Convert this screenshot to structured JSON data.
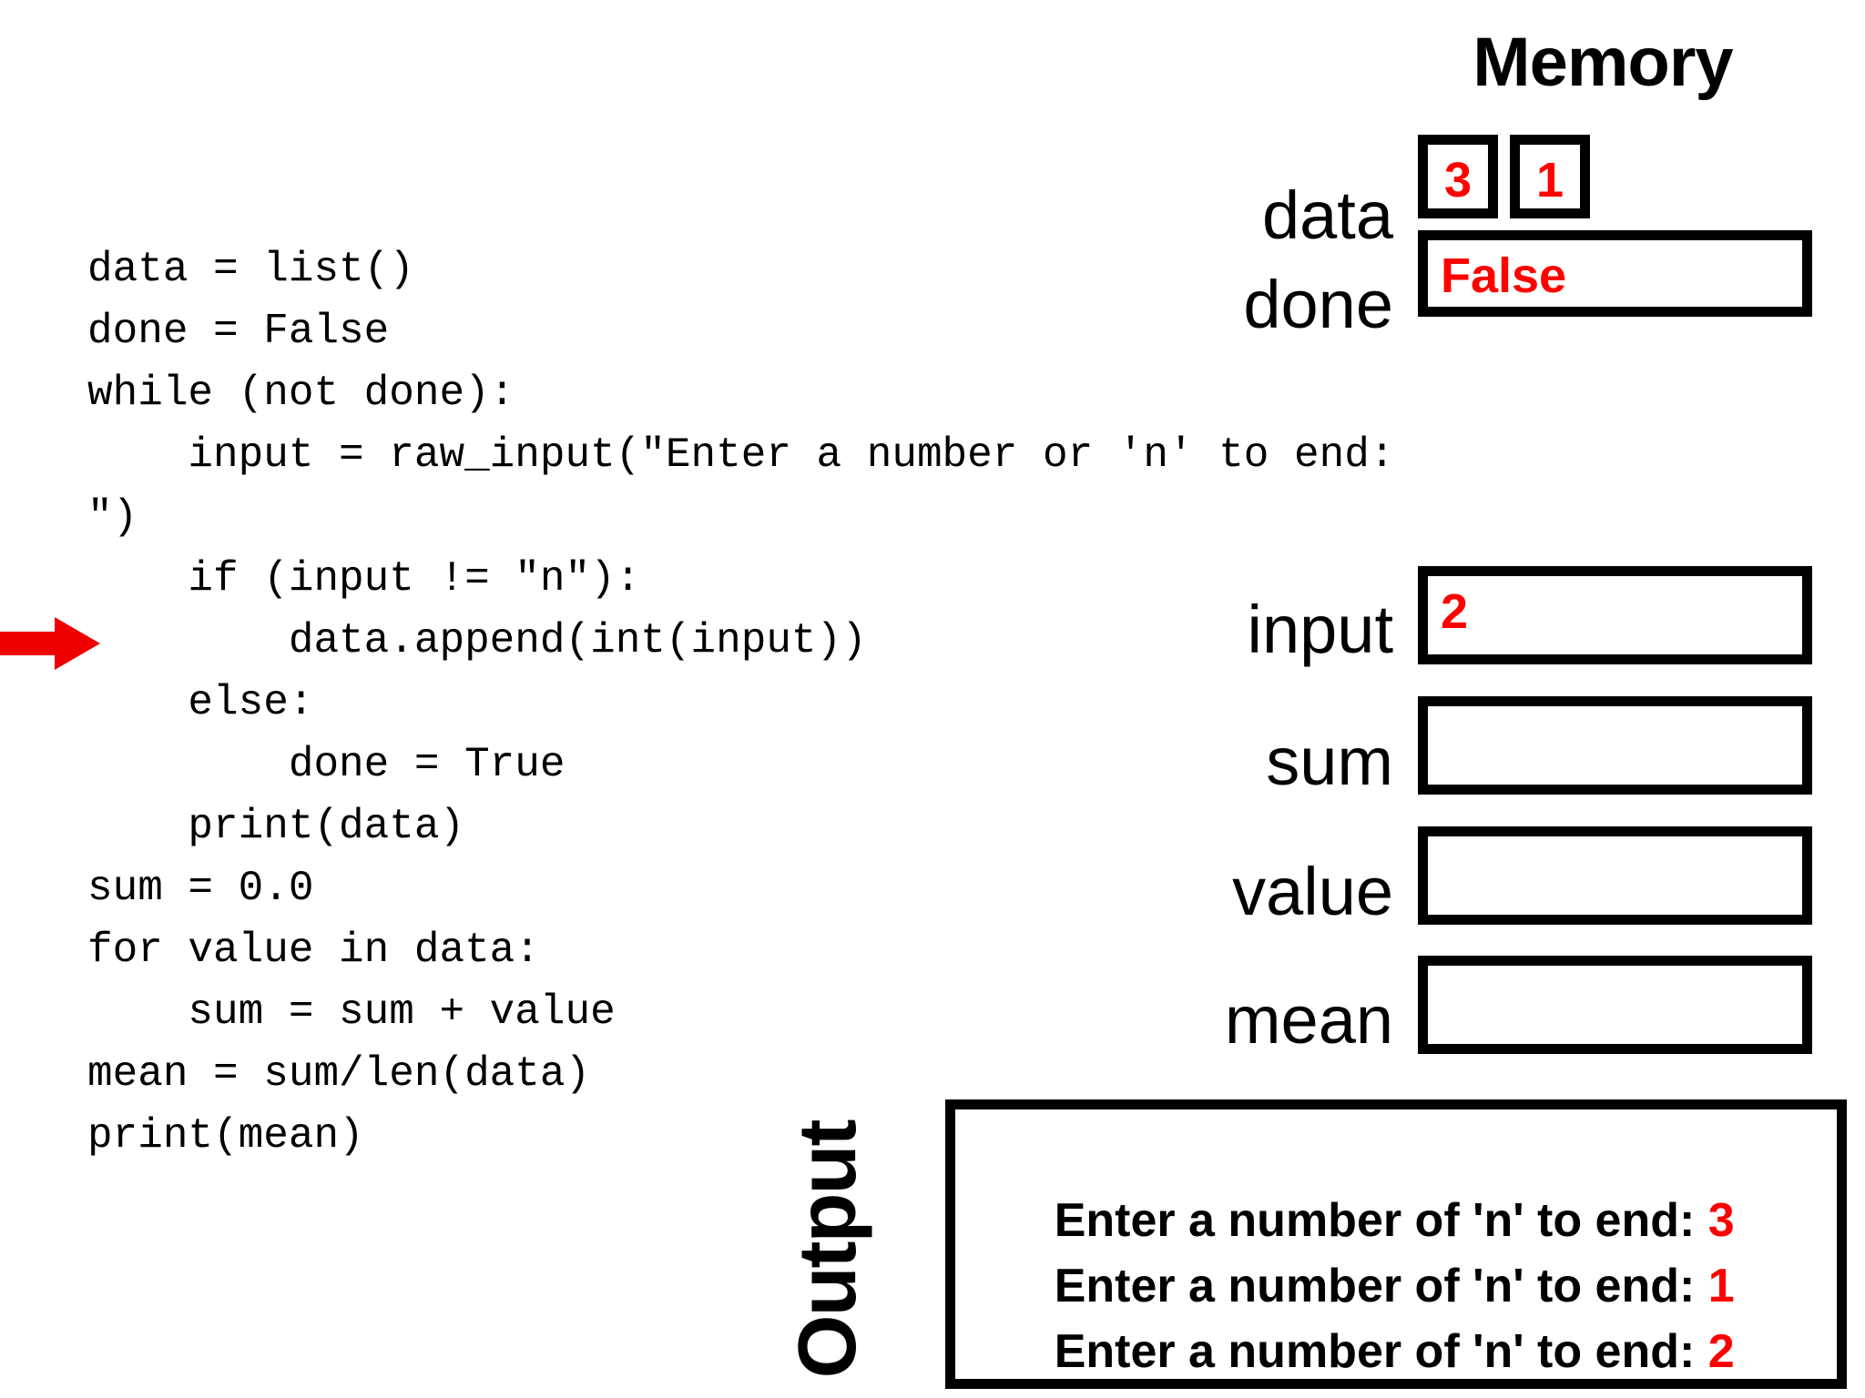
{
  "code": {
    "lines": [
      "data = list()",
      "done = False",
      "",
      "while (not done):",
      "    input = raw_input(\"Enter a number or 'n' to end: \")",
      "    if (input != \"n\"):",
      "        data.append(int(input))",
      "    else:",
      "        done = True",
      "    print(data)",
      "",
      "sum = 0.0",
      "for value in data:",
      "    sum = sum + value",
      "",
      "mean = sum/len(data)",
      "",
      "print(mean)"
    ],
    "execution_pointer_line": "    if (input != \"n\"):"
  },
  "memory": {
    "title": "Memory",
    "variables": [
      {
        "name": "data",
        "kind": "list",
        "cells": [
          "3",
          "1"
        ]
      },
      {
        "name": "done",
        "kind": "scalar",
        "value": "False"
      },
      {
        "name": "input",
        "kind": "scalar",
        "value": "2"
      },
      {
        "name": "sum",
        "kind": "scalar",
        "value": ""
      },
      {
        "name": "value",
        "kind": "scalar",
        "value": ""
      },
      {
        "name": "mean",
        "kind": "scalar",
        "value": ""
      }
    ]
  },
  "output": {
    "label": "Output",
    "lines": [
      {
        "text": "Enter a number of 'n' to end: ",
        "value": "3"
      },
      {
        "text": "Enter a number of 'n' to end: ",
        "value": "1"
      },
      {
        "text": "Enter a number of 'n' to end: ",
        "value": "2"
      }
    ]
  },
  "colors": {
    "value_red": "#ff0000",
    "arrow_red": "#ee0000",
    "border_black": "#000000",
    "background": "#ffffff"
  }
}
